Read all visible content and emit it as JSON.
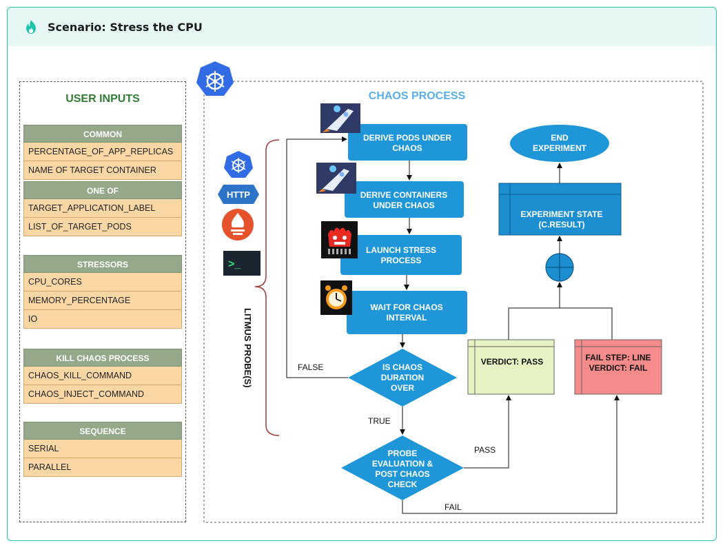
{
  "header": {
    "title": "Scenario: Stress the CPU",
    "accent_color": "#20c2a8",
    "icon": "flame-icon"
  },
  "user_inputs": {
    "title": "USER INPUTS",
    "groups": [
      {
        "header": "COMMON",
        "items": [
          "PERCENTAGE_OF_APP_REPLICAS",
          "NAME OF TARGET CONTAINER"
        ]
      },
      {
        "header": "ONE OF",
        "items": [
          "TARGET_APPLICATION_LABEL",
          "LIST_OF_TARGET_PODS"
        ]
      },
      {
        "header": "STRESSORS",
        "items": [
          "CPU_CORES",
          "MEMORY_PERCENTAGE",
          "IO"
        ]
      },
      {
        "header": "KILL CHAOS PROCESS",
        "items": [
          "CHAOS_KILL_COMMAND",
          "CHAOS_INJECT_COMMAND"
        ]
      },
      {
        "header": "SEQUENCE",
        "items": [
          "SERIAL",
          "PARALLEL"
        ]
      }
    ]
  },
  "chaos_process": {
    "title": "CHAOS PROCESS",
    "probe_label": "LITMUS PROBE(S)",
    "probe_icons": [
      "kubernetes-icon",
      "http-icon",
      "prometheus-icon",
      "terminal-icon"
    ],
    "http_text": "HTTP",
    "terminal_text": ">_",
    "steps": {
      "derive_pods": [
        "DERIVE PODS UNDER",
        "CHAOS"
      ],
      "derive_containers": [
        "DERIVE CONTAINERS",
        "UNDER CHAOS"
      ],
      "launch_stress": [
        "LAUNCH STRESS",
        "PROCESS"
      ],
      "wait_chaos": [
        "WAIT FOR CHAOS",
        "INTERVAL"
      ],
      "is_chaos_over": [
        "IS CHAOS",
        "DURATION",
        "OVER"
      ],
      "probe_eval": [
        "PROBE",
        "EVALUATION &",
        "POST CHAOS",
        "CHECK"
      ],
      "end_experiment": [
        "END",
        "EXPERIMENT"
      ],
      "experiment_state": [
        "EXPERIMENT STATE",
        "(C.RESULT)"
      ],
      "verdict_pass": [
        "VERDICT: PASS"
      ],
      "verdict_fail": [
        "FAIL STEP: LINE",
        "VERDICT: FAIL"
      ]
    },
    "edge_labels": {
      "false": "FALSE",
      "true": "TRUE",
      "pass": "PASS",
      "fail": "FAIL"
    },
    "colors": {
      "process_blue": "#1f96d8",
      "state_blue": "#1d8fd1",
      "pass_green": "#e6f3c2",
      "fail_red": "#f58b8b",
      "title_blue": "#5aaee8",
      "k8s_blue": "#326ce5",
      "prometheus_orange": "#e6522c",
      "http_blue": "#2b74c8"
    }
  }
}
